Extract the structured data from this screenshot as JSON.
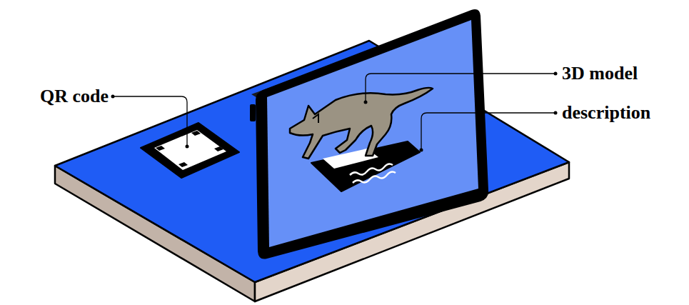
{
  "diagram": {
    "labels": [
      "QR code",
      "3D model",
      "description"
    ]
  }
}
